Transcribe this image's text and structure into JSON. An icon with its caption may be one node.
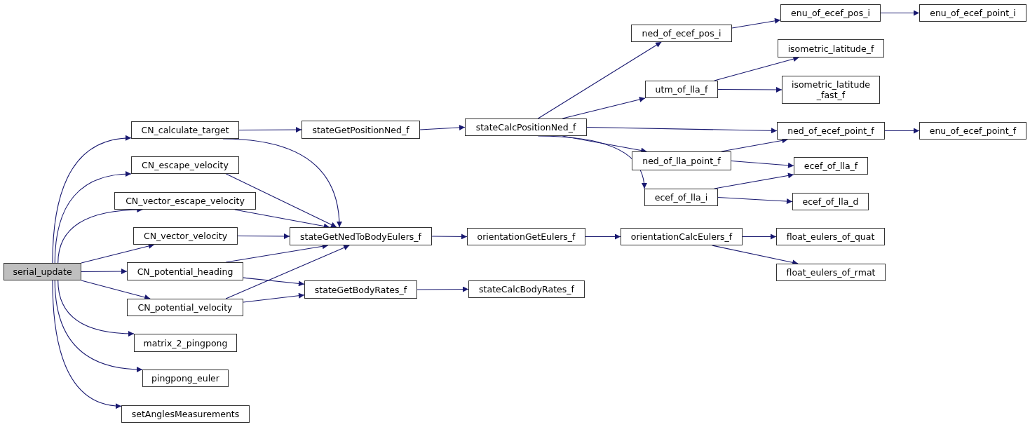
{
  "diagram": {
    "nodes": [
      {
        "text": [
          "serial_update"
        ]
      },
      {
        "text": [
          "CN_calculate_target"
        ]
      },
      {
        "text": [
          "CN_escape_velocity"
        ]
      },
      {
        "text": [
          "CN_vector_escape_velocity"
        ]
      },
      {
        "text": [
          "CN_vector_velocity"
        ]
      },
      {
        "text": [
          "CN_potential_heading"
        ]
      },
      {
        "text": [
          "CN_potential_velocity"
        ]
      },
      {
        "text": [
          "matrix_2_pingpong"
        ]
      },
      {
        "text": [
          "pingpong_euler"
        ]
      },
      {
        "text": [
          "setAnglesMeasurements"
        ]
      },
      {
        "text": [
          "stateGetPositionNed_f"
        ]
      },
      {
        "text": [
          "stateGetNedToBodyEulers_f"
        ]
      },
      {
        "text": [
          "stateGetBodyRates_f"
        ]
      },
      {
        "text": [
          "stateCalcPositionNed_f"
        ]
      },
      {
        "text": [
          "orientationGetEulers_f"
        ]
      },
      {
        "text": [
          "stateCalcBodyRates_f"
        ]
      },
      {
        "text": [
          "ned_of_ecef_pos_i"
        ]
      },
      {
        "text": [
          "utm_of_lla_f"
        ]
      },
      {
        "text": [
          "ned_of_lla_point_f"
        ]
      },
      {
        "text": [
          "ecef_of_lla_i"
        ]
      },
      {
        "text": [
          "orientationCalcEulers_f"
        ]
      },
      {
        "text": [
          "enu_of_ecef_pos_i"
        ]
      },
      {
        "text": [
          "enu_of_ecef_point_i"
        ]
      },
      {
        "text": [
          "isometric_latitude_f"
        ]
      },
      {
        "text": [
          "isometric_latitude _fast_f"
        ]
      },
      {
        "text": [
          "ned_of_ecef_point_f"
        ]
      },
      {
        "text": [
          "enu_of_ecef_point_f"
        ]
      },
      {
        "text": [
          "ecef_of_lla_f"
        ]
      },
      {
        "text": [
          "ecef_of_lla_d"
        ]
      },
      {
        "text": [
          "float_eulers_of_quat"
        ]
      },
      {
        "text": [
          "float_eulers_of_rmat"
        ]
      }
    ],
    "edges": [
      {
        "from": 0,
        "to": 1,
        "arrow": "to"
      },
      {
        "from": 0,
        "to": 2,
        "arrow": "to"
      },
      {
        "from": 0,
        "to": 3,
        "arrow": "to"
      },
      {
        "from": 0,
        "to": 4,
        "arrow": "to"
      },
      {
        "from": 0,
        "to": 5,
        "arrow": "to"
      },
      {
        "from": 0,
        "to": 6,
        "arrow": "to"
      },
      {
        "from": 0,
        "to": 7,
        "arrow": "to"
      },
      {
        "from": 0,
        "to": 8,
        "arrow": "to"
      },
      {
        "from": 0,
        "to": 9,
        "arrow": "to"
      },
      {
        "from": 1,
        "to": 10,
        "arrow": "to"
      },
      {
        "from": 1,
        "to": 11,
        "arrow": "to"
      },
      {
        "from": 2,
        "to": 11,
        "arrow": "to"
      },
      {
        "from": 3,
        "to": 11,
        "arrow": "to"
      },
      {
        "from": 4,
        "to": 11,
        "arrow": "to"
      },
      {
        "from": 5,
        "to": 11,
        "arrow": "to"
      },
      {
        "from": 6,
        "to": 11,
        "arrow": "to"
      },
      {
        "from": 5,
        "to": 12,
        "arrow": "to"
      },
      {
        "from": 6,
        "to": 12,
        "arrow": "to"
      },
      {
        "from": 10,
        "to": 13,
        "arrow": "to"
      },
      {
        "from": 13,
        "to": 16,
        "arrow": "to"
      },
      {
        "from": 13,
        "to": 17,
        "arrow": "to"
      },
      {
        "from": 13,
        "to": 25,
        "arrow": "to"
      },
      {
        "from": 13,
        "to": 18,
        "arrow": "to"
      },
      {
        "from": 13,
        "to": 19,
        "arrow": "to"
      },
      {
        "from": 16,
        "to": 21,
        "arrow": "to"
      },
      {
        "from": 21,
        "to": 22,
        "arrow": "to"
      },
      {
        "from": 17,
        "to": 23,
        "arrow": "to"
      },
      {
        "from": 17,
        "to": 24,
        "arrow": "to"
      },
      {
        "from": 25,
        "to": 26,
        "arrow": "to"
      },
      {
        "from": 18,
        "to": 25,
        "arrow": "to"
      },
      {
        "from": 18,
        "to": 27,
        "arrow": "to"
      },
      {
        "from": 19,
        "to": 27,
        "arrow": "to"
      },
      {
        "from": 19,
        "to": 28,
        "arrow": "to"
      },
      {
        "from": 11,
        "to": 14,
        "arrow": "to"
      },
      {
        "from": 14,
        "to": 20,
        "arrow": "to"
      },
      {
        "from": 20,
        "to": 29,
        "arrow": "to"
      },
      {
        "from": 20,
        "to": 30,
        "arrow": "to"
      },
      {
        "from": 12,
        "to": 15,
        "arrow": "to"
      }
    ]
  }
}
